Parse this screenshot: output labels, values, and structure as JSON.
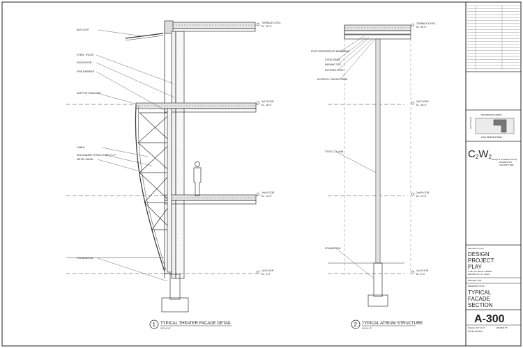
{
  "sheet": {
    "number": "A-300",
    "title_lines": [
      "TYPICAL",
      "FACADE",
      "SECTION"
    ],
    "project_label": "PROJECT TITLE",
    "project_lines": [
      "DESIGN",
      "PROJECT:",
      "PLAY"
    ],
    "address_lines": [
      "1 NE 1ST BOOK STREET",
      "BROOKLYN, NY 11201"
    ],
    "project_no_label": "PROJECT NO.",
    "drawing_title_label": "DRAWING TITLE",
    "scale_text": "SCALE: 1/2\"=1'-0\"",
    "date_text": "DATE: 03/18/16",
    "drawn_by": "DRAWN BY"
  },
  "firm": {
    "logo": "C2W2",
    "tagline": "Design & Consultant Group",
    "sub1": "WASHINGTON",
    "sub2": "ARCHITECTURE"
  },
  "keyplan": {
    "street1": "NEW BRIDGE STREET",
    "street2": "LAKE BRIDGE STREET",
    "side": "ARCH STREET"
  },
  "details": [
    {
      "num": "1",
      "title": "TYPICAL THEATER FACADE DETAIL",
      "scale": "1/2\"=1'-0\""
    },
    {
      "num": "2",
      "title": "TYPICAL ATRIUM STRUCTURE",
      "scale": "1/4\"=1'-0\""
    }
  ],
  "levels_left": [
    {
      "name": "TERRACE LEVEL",
      "elev": "EL. 39'-0\""
    },
    {
      "name": "3rd FLOOR",
      "elev": "EL. 28'-0\""
    },
    {
      "name": "2nd FLOOR",
      "elev": "EL. 14'-0\""
    },
    {
      "name": "1st FLOOR",
      "elev": "EL. 0'-0\""
    }
  ],
  "levels_right": [
    {
      "name": "TERRACE LEVEL",
      "elev": "EL. 39'-0\""
    },
    {
      "name": "3rd FLOOR",
      "elev": "EL. 28'-0\""
    },
    {
      "name": "2nd FLOOR",
      "elev": "EL. 14'-0\""
    },
    {
      "name": "1st FLOOR",
      "elev": "EL. 0'-0\""
    }
  ],
  "notes_left": [
    "SKYLIGHT",
    "STEEL TRUSS",
    "INSULATION",
    "FIRE BARRIER",
    "SUPPORT BRACKET",
    "CABLE",
    "SECONDARY STRUCTURE  4\"x 4\"",
    "METAL PANEL",
    "FOUNDATION"
  ],
  "notes_right": [
    "ROOF WATERPROOF MEMBRANE",
    "STEEL BEAM",
    "PARKING TILE",
    "EXPOSED JOIST",
    "ACOUSTIC CEILING PANEL",
    "STEEL COLUMN",
    "FOUNDATION"
  ]
}
